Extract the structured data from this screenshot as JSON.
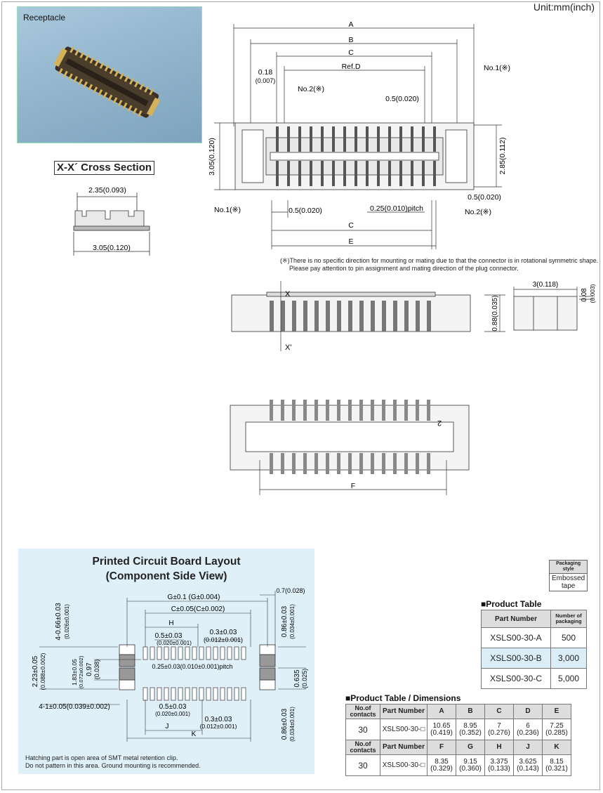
{
  "unit": "Unit:mm(inch)",
  "photo_label": "Receptacle",
  "cross_section_title": "X-X´ Cross Section",
  "cross_dims": {
    "top": "2.35(0.093)",
    "bottom": "3.05(0.120)"
  },
  "top_view": {
    "A": "A",
    "B": "B",
    "C": "C",
    "refD": "Ref.D",
    "E": "E",
    "d018": "0.18",
    "d018in": "(0.007)",
    "no2": "No.2(※)",
    "no1": "No.1(※)",
    "p05": "0.5(0.020)",
    "h305": "3.05(0.120)",
    "h285": "2.85(0.112)",
    "pitch": "0.25(0.010)pitch"
  },
  "note_lines": [
    "(※)There is no specific direction for mounting or mating due to that the connector is in rotational symmetric shape.",
    "Please pay attention to pin assignment and mating direction of the plug connector."
  ],
  "side_view": {
    "x": "X",
    "xp": "X'",
    "h088": "0.88(0.035)",
    "w3": "3(0.118)",
    "t008": "0.08",
    "t008in": "(0.003)"
  },
  "bottom_view": {
    "F": "F",
    "mark": "2"
  },
  "pcb": {
    "title1": "Printed Circuit Board Layout",
    "title2": "(Component Side View)",
    "g": "G±0.1 (G±0.004)",
    "c": "C±0.05(C±0.002)",
    "h": "H",
    "p05": "0.5±0.03",
    "p05in": "(0.020±0.001)",
    "p03": "0.3±0.03",
    "p03in": "(0.012±0.001)",
    "pitch": "0.25±0.03(0.010±0.001)pitch",
    "d07": "0.7(0.028)",
    "v066": "4-0.66±0.03",
    "v066in": "(0.026±0.001)",
    "v223": "2.23±0.05",
    "v223in": "(0.088±0.002)",
    "v183": "1.83±0.05",
    "v183in": "(0.072±0.002)",
    "v097": "0.97",
    "v097in": "(0.038)",
    "v086": "0.86±0.03",
    "v086in": "(0.034±0.001)",
    "v0635": "0.635",
    "v0635in": "(0.025)",
    "d41": "4-1±0.05(0.039±0.002)",
    "j": "J",
    "k": "K",
    "note1": "Hatching part is open area of SMT metal retention clip.",
    "note2": "Do not pattern in this area. Ground mounting is recommended."
  },
  "packaging": {
    "header": "Packaging style",
    "value": "Embossed tape"
  },
  "product_table": {
    "title": "■Product Table",
    "headers": [
      "Part Number",
      "Number of packaging"
    ],
    "rows": [
      [
        "XSLS00-30-A",
        "500"
      ],
      [
        "XSLS00-30-B",
        "3,000"
      ],
      [
        "XSLS00-30-C",
        "5,000"
      ]
    ]
  },
  "dims_table": {
    "title": "■Product Table / Dimensions",
    "h1": [
      "No.of contacts",
      "Part Number",
      "A",
      "B",
      "C",
      "D",
      "E"
    ],
    "r1": [
      "30",
      "XSLS00-30-□",
      "10.65\n(0.419)",
      "8.95\n(0.352)",
      "7\n(0.276)",
      "6\n(0.236)",
      "7.25\n(0.285)"
    ],
    "h2": [
      "No.of contacts",
      "Part Number",
      "F",
      "G",
      "H",
      "J",
      "K"
    ],
    "r2": [
      "30",
      "XSLS00-30-□",
      "8.35\n(0.329)",
      "9.15\n(0.360)",
      "3.375\n(0.133)",
      "3.625\n(0.143)",
      "8.15\n(0.321)"
    ]
  }
}
